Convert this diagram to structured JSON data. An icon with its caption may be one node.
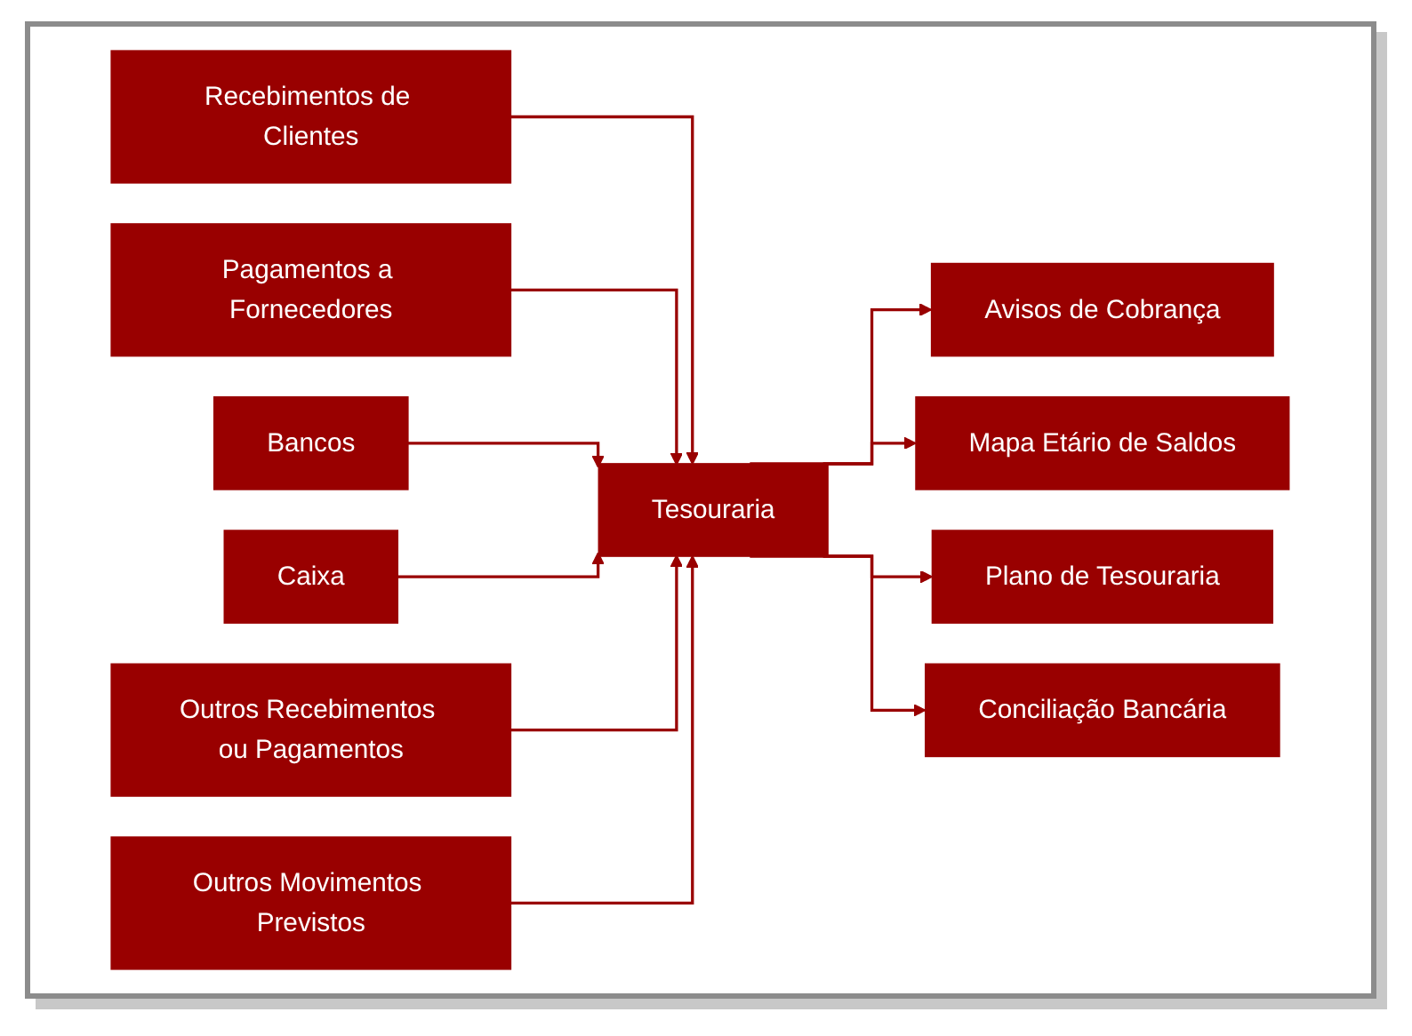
{
  "diagram": {
    "nodes": [
      {
        "text": [
          "Recebimentos de Clientes"
        ]
      },
      {
        "text": [
          "Pagamentos a Fornecedores"
        ]
      },
      {
        "text": [
          "Bancos"
        ]
      },
      {
        "text": [
          "Caixa"
        ]
      },
      {
        "text": [
          "Outros Recebimentos ou Pagamentos"
        ]
      },
      {
        "text": [
          "Tesouraria"
        ]
      },
      {
        "text": [
          "Outros Movimentos Previstos"
        ]
      },
      {
        "text": [
          "Avisos de Cobrança"
        ]
      },
      {
        "text": [
          "Mapa Etário de Saldos"
        ]
      },
      {
        "text": [
          "Plano de Tesouraria"
        ]
      },
      {
        "text": [
          "Conciliação Bancária"
        ]
      }
    ],
    "edges": [
      {
        "from": 0,
        "to": 5,
        "arrow": "to"
      },
      {
        "from": 1,
        "to": 5,
        "arrow": "to"
      },
      {
        "from": 2,
        "to": 5,
        "arrow": "to"
      },
      {
        "from": 3,
        "to": 5,
        "arrow": "to"
      },
      {
        "from": 4,
        "to": 5,
        "arrow": "to"
      },
      {
        "from": 6,
        "to": 5,
        "arrow": "to"
      },
      {
        "from": 5,
        "to": 7,
        "arrow": "to"
      },
      {
        "from": 5,
        "to": 8,
        "arrow": "to"
      },
      {
        "from": 5,
        "to": 9,
        "arrow": "to"
      },
      {
        "from": 5,
        "to": 10,
        "arrow": "to"
      }
    ]
  }
}
